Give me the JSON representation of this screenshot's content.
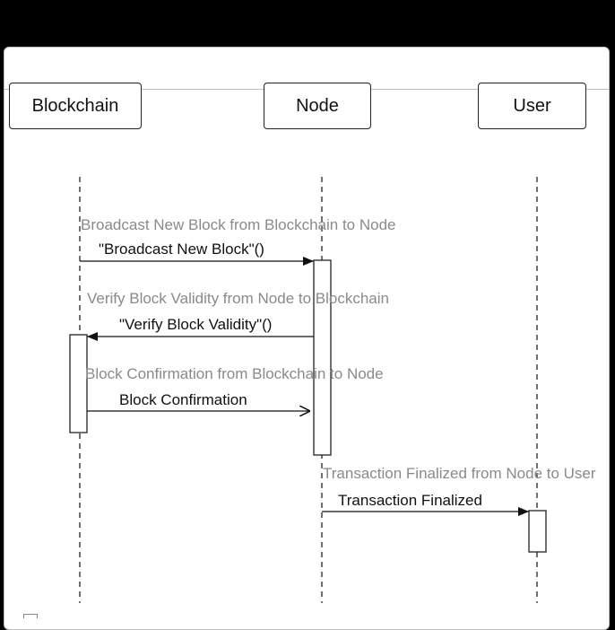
{
  "participants": {
    "blockchain": "Blockchain",
    "node": "Node",
    "user": "User"
  },
  "messages": [
    {
      "annotation": "Broadcast New Block from Blockchain to Node",
      "label": "\"Broadcast New Block\"()"
    },
    {
      "annotation": "Verify Block Validity from Node to Blockchain",
      "label": "\"Verify Block Validity\"()"
    },
    {
      "annotation": "Block Confirmation from Blockchain to Node",
      "label": "Block Confirmation"
    },
    {
      "annotation": "Transaction Finalized from Node to User",
      "label": "Transaction Finalized"
    }
  ]
}
